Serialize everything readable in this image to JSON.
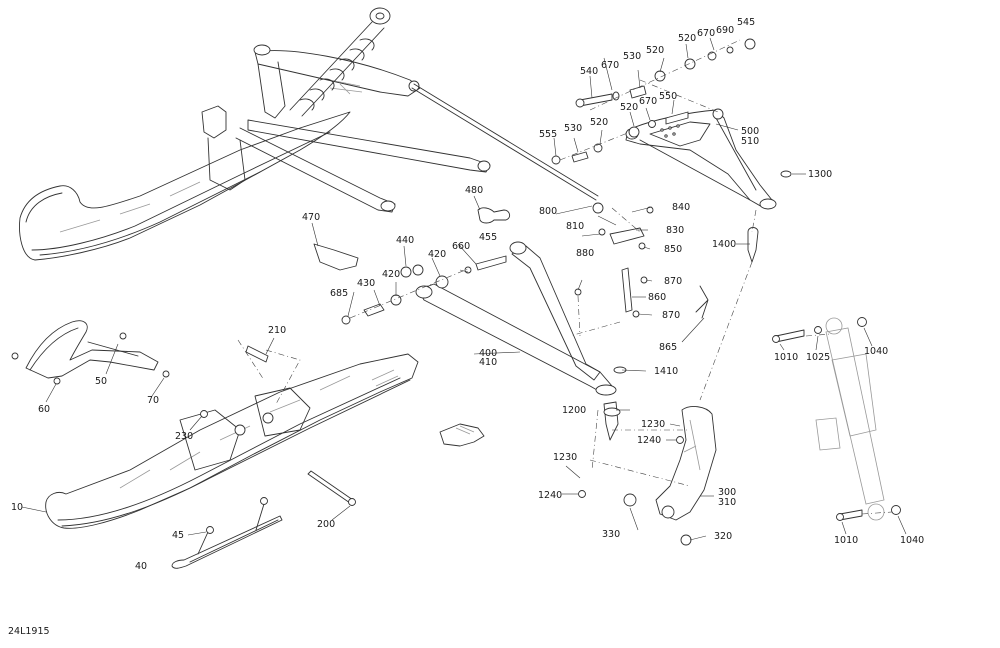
{
  "diagram": {
    "code": "24L1915",
    "callouts": {
      "c10": "10",
      "c40": "40",
      "c45": "45",
      "c50": "50",
      "c60": "60",
      "c70": "70",
      "c200": "200",
      "c210": "210",
      "c230": "230",
      "c300": "300",
      "c310": "310",
      "c320": "320",
      "c330": "330",
      "c400": "400",
      "c410": "410",
      "c420a": "420",
      "c420b": "420",
      "c430": "430",
      "c440": "440",
      "c455": "455",
      "c470": "470",
      "c480": "480",
      "c500": "500",
      "c510": "510",
      "c520a": "520",
      "c520b": "520",
      "c520c": "520",
      "c520d": "520",
      "c530a": "530",
      "c530b": "530",
      "c540": "540",
      "c545": "545",
      "c550": "550",
      "c555": "555",
      "c660": "660",
      "c670a": "670",
      "c670b": "670",
      "c670c": "670",
      "c685": "685",
      "c690": "690",
      "c800": "800",
      "c810": "810",
      "c830": "830",
      "c840": "840",
      "c850": "850",
      "c860": "860",
      "c865": "865",
      "c870a": "870",
      "c870b": "870",
      "c880": "880",
      "c1010a": "1010",
      "c1010b": "1010",
      "c1025": "1025",
      "c1040a": "1040",
      "c1040b": "1040",
      "c1200": "1200",
      "c1230a": "1230",
      "c1230b": "1230",
      "c1240a": "1240",
      "c1240b": "1240",
      "c1300": "1300",
      "c1400": "1400",
      "c1410": "1410"
    }
  }
}
